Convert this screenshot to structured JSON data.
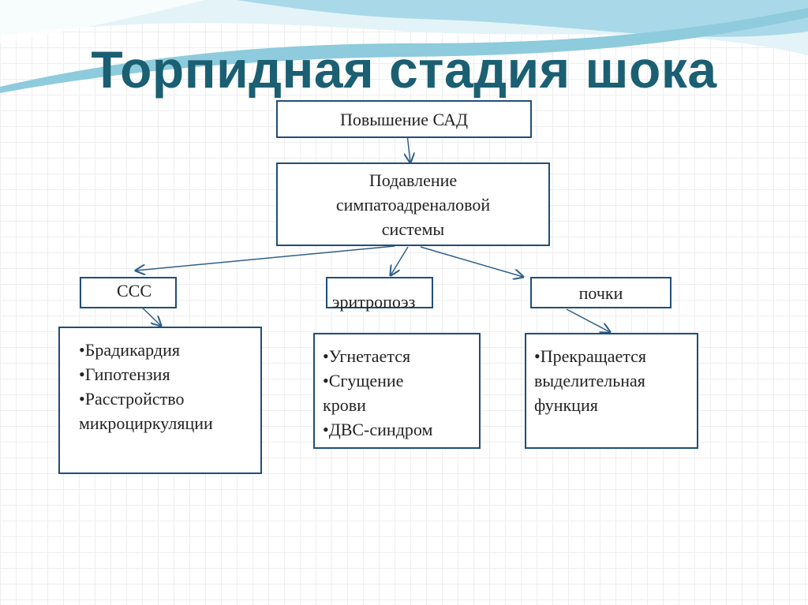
{
  "title": "Торпидная стадия шока",
  "nodes": {
    "top": "Повышение САД",
    "middle": [
      "Подавление",
      "симпатоадреналовой",
      "системы"
    ],
    "ccc": "ССС",
    "erythro": "эритропоэз",
    "kidneys": "почки"
  },
  "details": {
    "ccc": [
      "•Брадикардия",
      "•Гипотензия",
      "•Расстройство",
      "микроциркуляции"
    ],
    "erythro": [
      "•Угнетается",
      "•Сгущение",
      "крови",
      "•ДВС-синдром"
    ],
    "kidneys": [
      "•Прекращается",
      "выделительная",
      "функция"
    ]
  },
  "colors": {
    "title": "#1b5f73",
    "box_border": "#1f4e79",
    "arrow": "#2e5f8a",
    "wave_dark": "#7fc1d6",
    "wave_light": "#c6e6f0"
  }
}
